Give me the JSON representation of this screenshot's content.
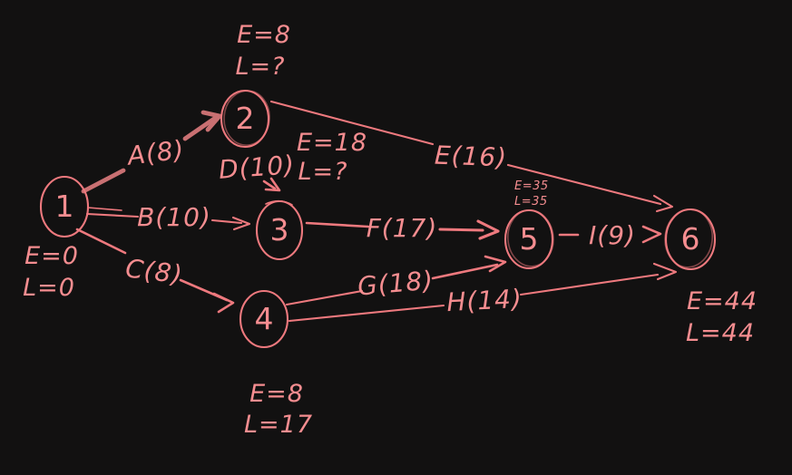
{
  "colors": {
    "background": "#121111",
    "ink": "#ee797e",
    "ink_muted": "#c97072",
    "text": "#f58d90"
  },
  "nodes": [
    {
      "id": "1",
      "early": "E=0",
      "late": "L=0"
    },
    {
      "id": "2",
      "early": "E=8",
      "late": "L=?"
    },
    {
      "id": "3",
      "early": "E=18",
      "late": "L=?"
    },
    {
      "id": "4",
      "early": "E=8",
      "late": "L=17"
    },
    {
      "id": "5",
      "early": "E=35",
      "late": "L=35"
    },
    {
      "id": "6",
      "early": "E=44",
      "late": "L=44"
    }
  ],
  "edges": [
    {
      "id": "A",
      "label": "A(8)",
      "from": "1",
      "to": "2"
    },
    {
      "id": "B",
      "label": "B(10)",
      "from": "1",
      "to": "3"
    },
    {
      "id": "C",
      "label": "C(8)",
      "from": "1",
      "to": "4"
    },
    {
      "id": "D",
      "label": "D(10)",
      "from": "2",
      "to": "3"
    },
    {
      "id": "E",
      "label": "E(16)",
      "from": "2",
      "to": "6"
    },
    {
      "id": "F",
      "label": "F(17)",
      "from": "3",
      "to": "5"
    },
    {
      "id": "G",
      "label": "G(18)",
      "from": "4",
      "to": "5"
    },
    {
      "id": "H",
      "label": "H(14)",
      "from": "4",
      "to": "6"
    },
    {
      "id": "I",
      "label": "I(9)",
      "from": "5",
      "to": "6"
    }
  ]
}
